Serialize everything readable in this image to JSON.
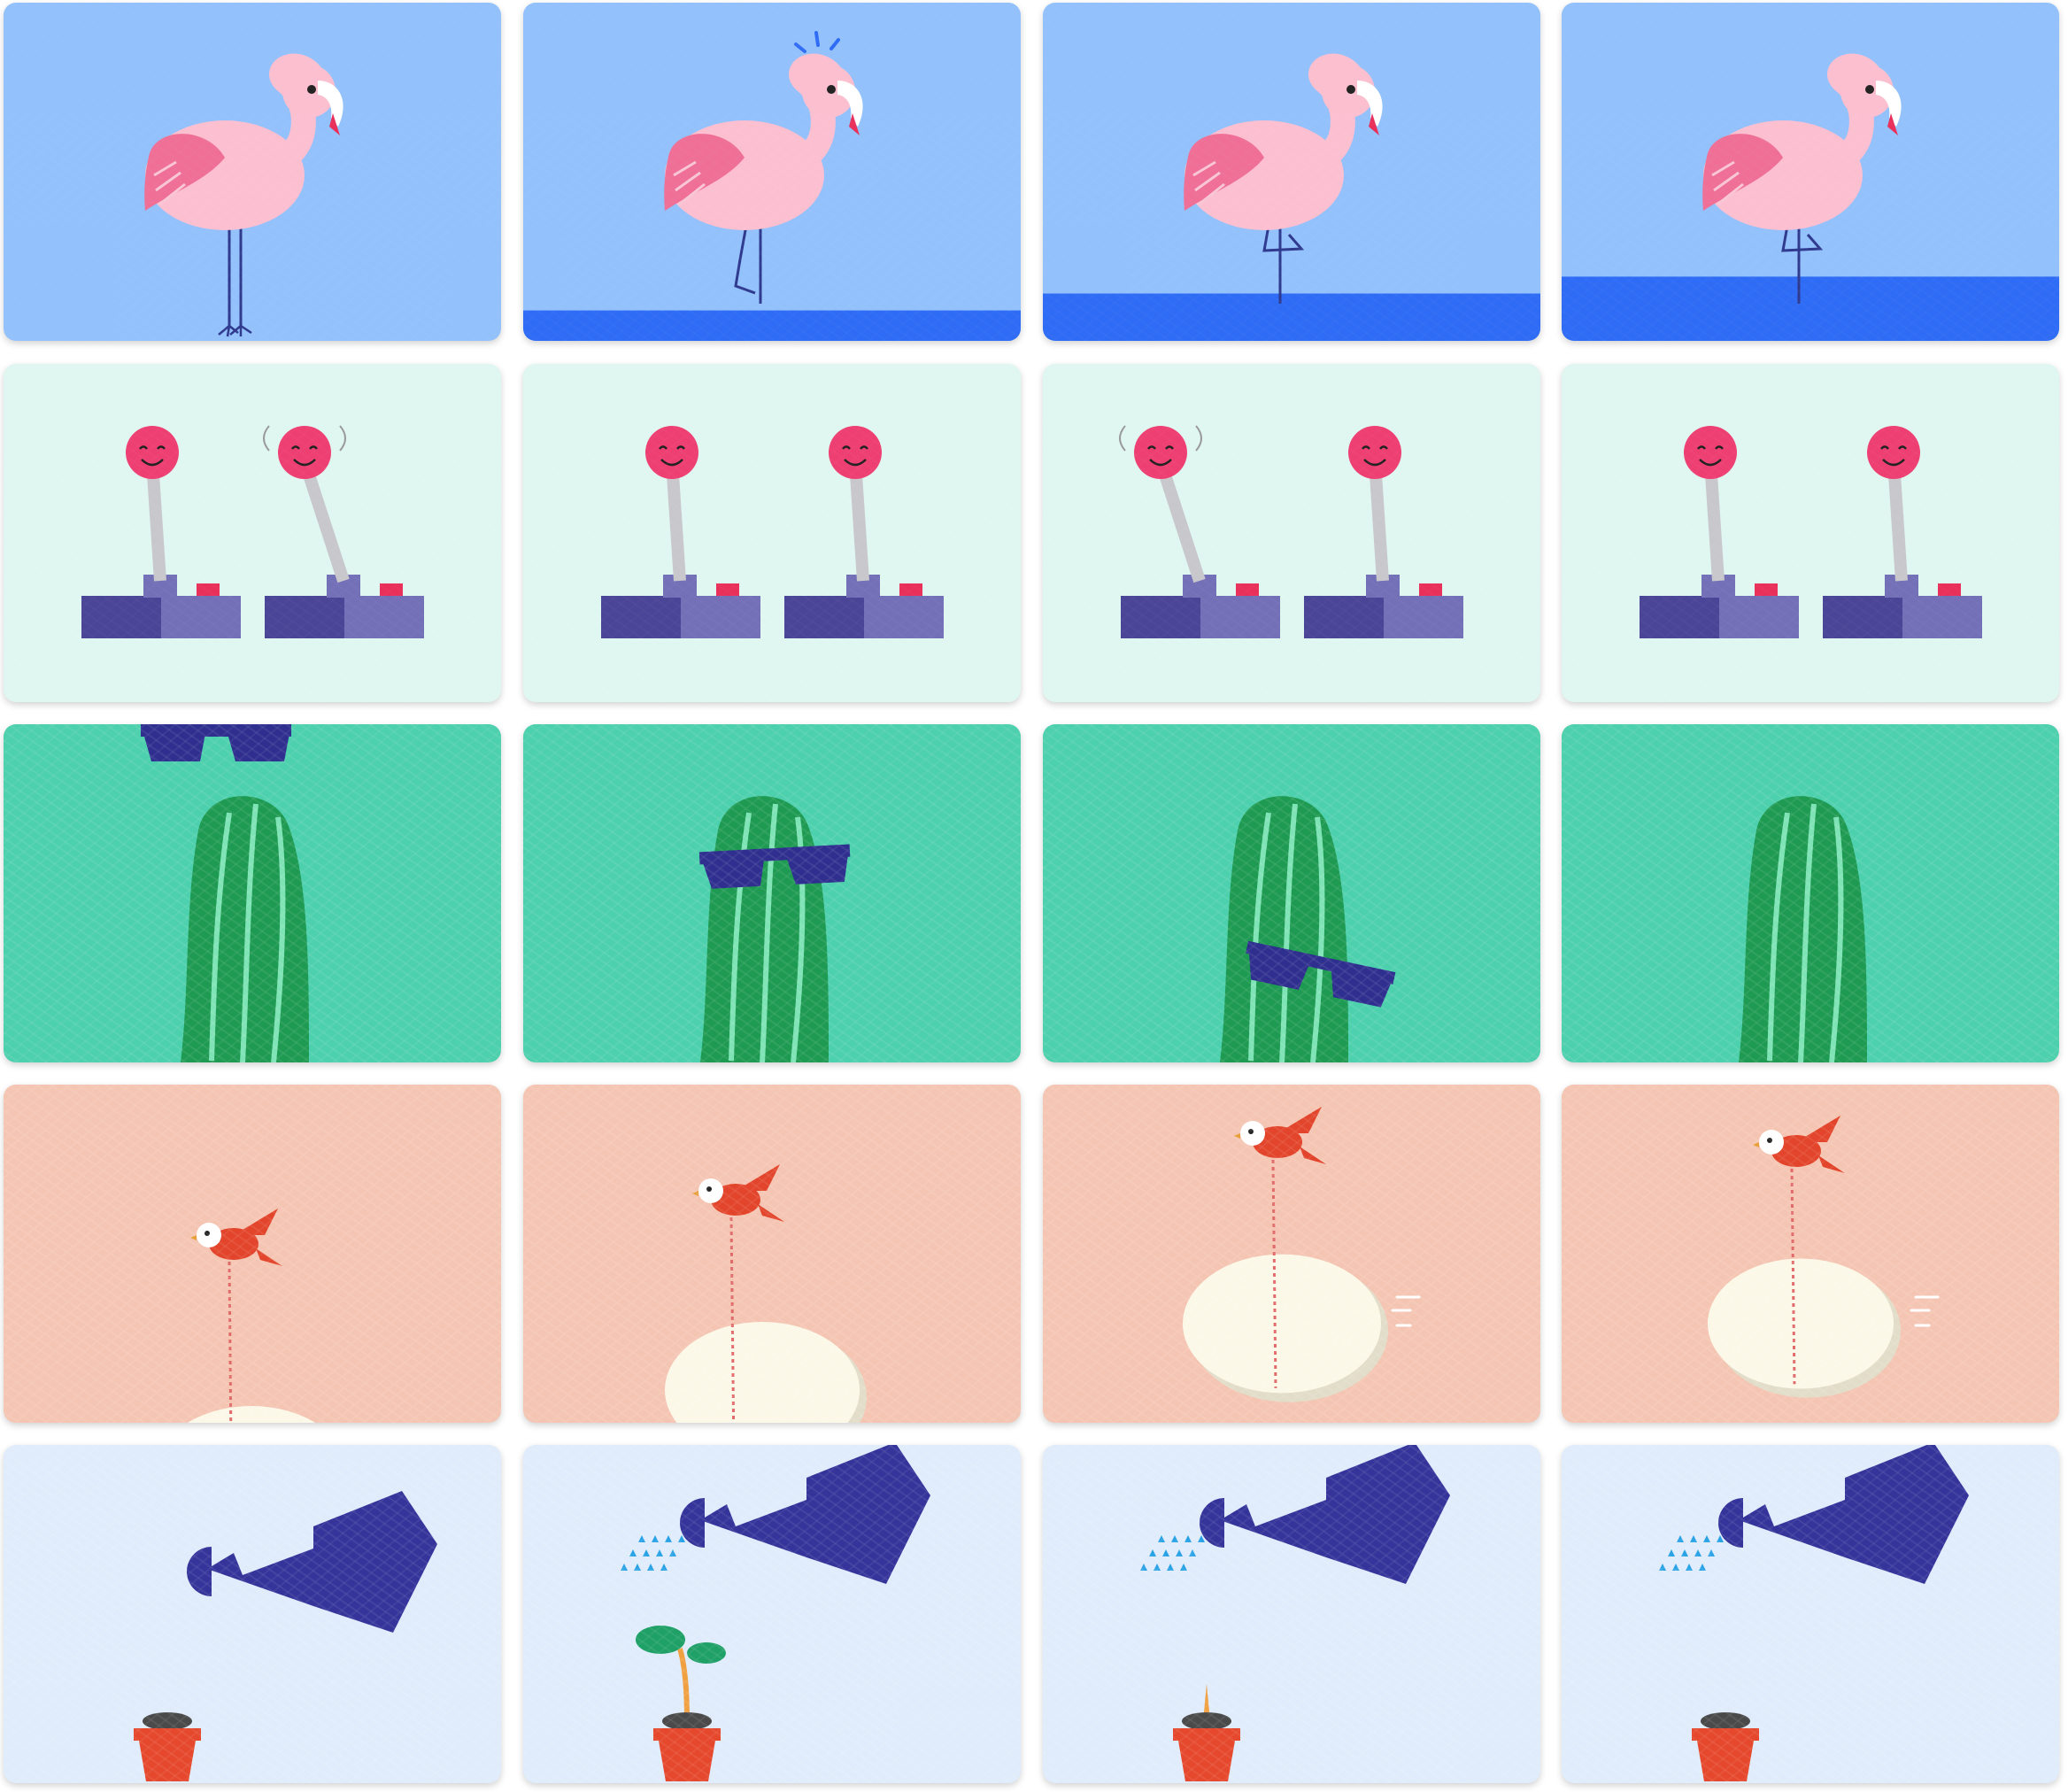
{
  "gallery": {
    "columns": 4,
    "rows": [
      {
        "theme": "flamingo",
        "background": "#93c1fb",
        "frames": [
          {
            "subject": "flamingo",
            "water_level": 0.0,
            "alert": false,
            "leg": "down"
          },
          {
            "subject": "flamingo",
            "water_level": 0.09,
            "alert": true,
            "leg": "bent"
          },
          {
            "subject": "flamingo",
            "water_level": 0.14,
            "alert": false,
            "leg": "tucked"
          },
          {
            "subject": "flamingo",
            "water_level": 0.19,
            "alert": false,
            "leg": "tucked"
          }
        ]
      },
      {
        "theme": "joystick",
        "background": "#e0f7f1",
        "frames": [
          {
            "subject": "joysticks",
            "active": "right"
          },
          {
            "subject": "joysticks",
            "active": "none"
          },
          {
            "subject": "joysticks",
            "active": "left"
          },
          {
            "subject": "joysticks",
            "active": "none"
          }
        ]
      },
      {
        "theme": "cucumber",
        "background": "#4dd0ad",
        "frames": [
          {
            "subject": "cucumber-with-sunglasses",
            "glasses": "top"
          },
          {
            "subject": "cucumber-with-sunglasses",
            "glasses": "on-face"
          },
          {
            "subject": "cucumber-with-sunglasses",
            "glasses": "slipping"
          },
          {
            "subject": "cucumber-with-sunglasses",
            "glasses": "none"
          }
        ]
      },
      {
        "theme": "bird-and-egg",
        "background": "#f5c5b3",
        "frames": [
          {
            "subject": "bird-lifting-egg",
            "stage": 1
          },
          {
            "subject": "bird-lifting-egg",
            "stage": 2
          },
          {
            "subject": "bird-lifting-egg",
            "stage": 3
          },
          {
            "subject": "bird-lifting-egg",
            "stage": 4
          }
        ]
      },
      {
        "theme": "watering-can",
        "background": "#e0ecfb",
        "frames": [
          {
            "subject": "watering-can-and-pot",
            "drops": false,
            "sprout": "none"
          },
          {
            "subject": "watering-can-and-pot",
            "drops": true,
            "sprout": "leaves"
          },
          {
            "subject": "watering-can-and-pot",
            "drops": true,
            "sprout": "shoot"
          },
          {
            "subject": "watering-can-and-pot",
            "drops": true,
            "sprout": "none"
          }
        ]
      }
    ]
  },
  "colors": {
    "flamingo_pink": "#f7a9c0",
    "flamingo_body": "#fbbfd0",
    "flamingo_wing": "#ef6f96",
    "beak_tip": "#e8305a",
    "water": "#2f6cf5",
    "leg": "#2f3a8f",
    "joystick_ball": "#ee3f73",
    "joystick_base_dark": "#4b4597",
    "joystick_base_light": "#7470b8",
    "joystick_button": "#e8305a",
    "cucumber_green": "#1f9a52",
    "cucumber_stripe": "#7ee3b5",
    "sunglasses": "#2f2f8f",
    "bird_red": "#e2452b",
    "egg": "#fbf8e8",
    "egg_shadow": "#e2ddc9",
    "string": "#e06a6a",
    "can_navy": "#34349a",
    "drop_blue": "#2aa3e6",
    "pot_red": "#e5482c",
    "soil": "#4a4a4a",
    "leaf_green": "#1fa067",
    "stem_orange": "#f0a040"
  }
}
